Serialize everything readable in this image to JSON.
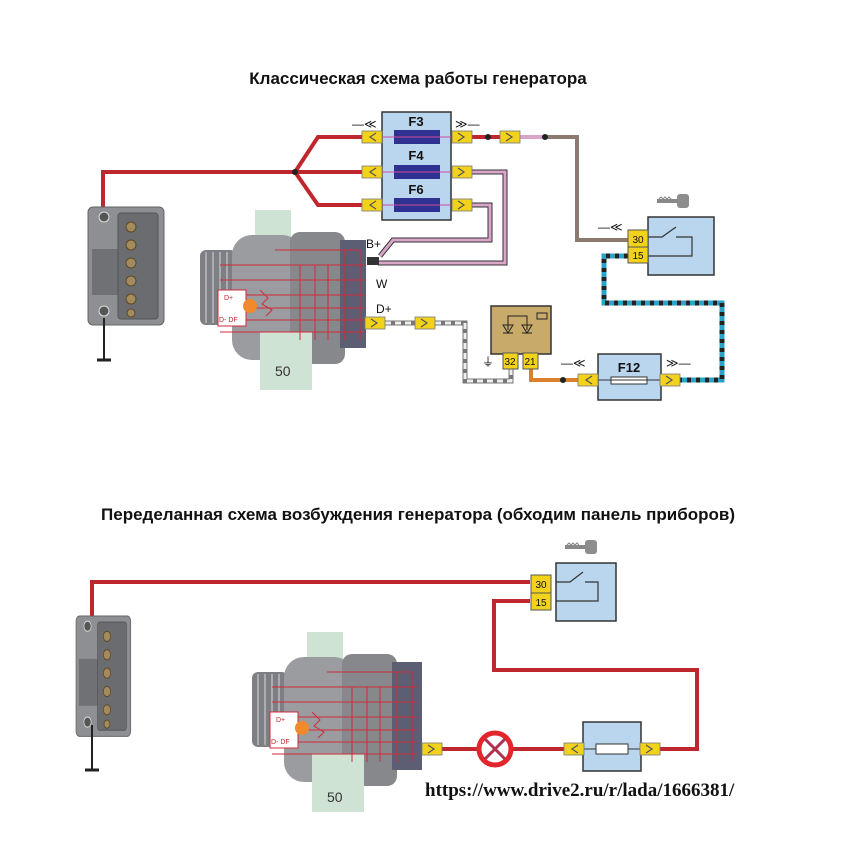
{
  "top": {
    "title": "Классическая схема работы генератора",
    "fuses": [
      "F3",
      "F4",
      "F6"
    ],
    "fuse_f12": "F12",
    "alternator_terminals": {
      "b_plus": "B+",
      "w": "W",
      "d_plus": "D+"
    },
    "switch_terminals": [
      "30",
      "15"
    ],
    "lamp_terminals": [
      "32",
      "21"
    ]
  },
  "bottom": {
    "title": "Переделанная схема возбуждения генератора (обходим панель приборов)",
    "switch_terminals": [
      "30",
      "15"
    ],
    "url": "https://www.drive2.ru/r/lada/1666381/"
  },
  "alternator": {
    "regulator_d_plus": "D+",
    "regulator_d_minus_df": "D- DF",
    "bracket_label": "50"
  },
  "colors": {
    "power_wire": "#c0262e",
    "pink_wire": "#d9a6c9",
    "brown_wire": "#8c7a70",
    "fuse_box": "#b9d6ee",
    "connector": "#f2d21b",
    "lamp_box": "#c8aa6a",
    "blocked_marker": "#e2262b"
  },
  "icons": [
    "battery-icon",
    "alternator-icon",
    "fuse-icon",
    "ignition-switch-icon",
    "key-icon",
    "warning-lamp-icon",
    "ground-icon",
    "blocked-x-icon"
  ]
}
